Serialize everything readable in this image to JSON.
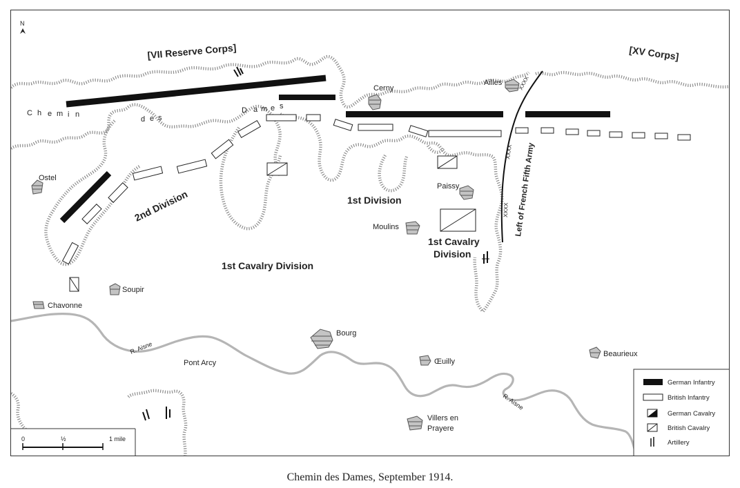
{
  "map": {
    "north_label": "N",
    "corps": [
      {
        "id": "vii",
        "label": "[VII Reserve Corps]"
      },
      {
        "id": "xv",
        "label": "[XV Corps]"
      }
    ],
    "road_letters": [
      "C",
      "h",
      "e",
      "m",
      "i",
      "n",
      "d",
      "e",
      "s",
      "D",
      "a",
      "m",
      "e",
      "s"
    ],
    "division_labels": {
      "second": "2nd Division",
      "first": "1st Division",
      "cav_left": "1st Cavalry Division",
      "cav_right_line1": "1st Cavalry",
      "cav_right_line2": "Division"
    },
    "french_label": "Left of French Fifth Army",
    "army_boundary_marks": [
      "XXXX",
      "XXXX",
      "XXXX"
    ],
    "towns": [
      {
        "id": "ostel",
        "name": "Ostel"
      },
      {
        "id": "cerny",
        "name": "Cerny"
      },
      {
        "id": "ailles",
        "name": "Ailles"
      },
      {
        "id": "paissy",
        "name": "Paissy"
      },
      {
        "id": "moulins",
        "name": "Moulins"
      },
      {
        "id": "soupir",
        "name": "Soupir"
      },
      {
        "id": "chavonne",
        "name": "Chavonne"
      },
      {
        "id": "bourg",
        "name": "Bourg"
      },
      {
        "id": "pontarcy",
        "name": "Pont Arcy"
      },
      {
        "id": "oeuilly",
        "name": "Œuilly"
      },
      {
        "id": "beaurieux",
        "name": "Beaurieux"
      },
      {
        "id": "villers",
        "name_line1": "Villers en",
        "name_line2": "Prayere"
      }
    ],
    "river_labels": [
      "R. Aisne",
      "R. Aisne"
    ],
    "scale": {
      "labels": [
        "0",
        "½",
        "1 mile"
      ]
    },
    "legend": {
      "items": [
        {
          "id": "german-infantry",
          "label": "German Infantry"
        },
        {
          "id": "british-infantry",
          "label": "British Infantry"
        },
        {
          "id": "german-cavalry",
          "label": "German Cavalry"
        },
        {
          "id": "british-cavalry",
          "label": "British Cavalry"
        },
        {
          "id": "artillery",
          "label": "Artillery"
        }
      ]
    },
    "colors": {
      "german": "#111111",
      "british": "#ffffff",
      "ridge": "#8c8c8c",
      "river": "#b5b5b5",
      "town": "#c4c4c4"
    }
  },
  "caption": "Chemin  des Dames, September 1914."
}
